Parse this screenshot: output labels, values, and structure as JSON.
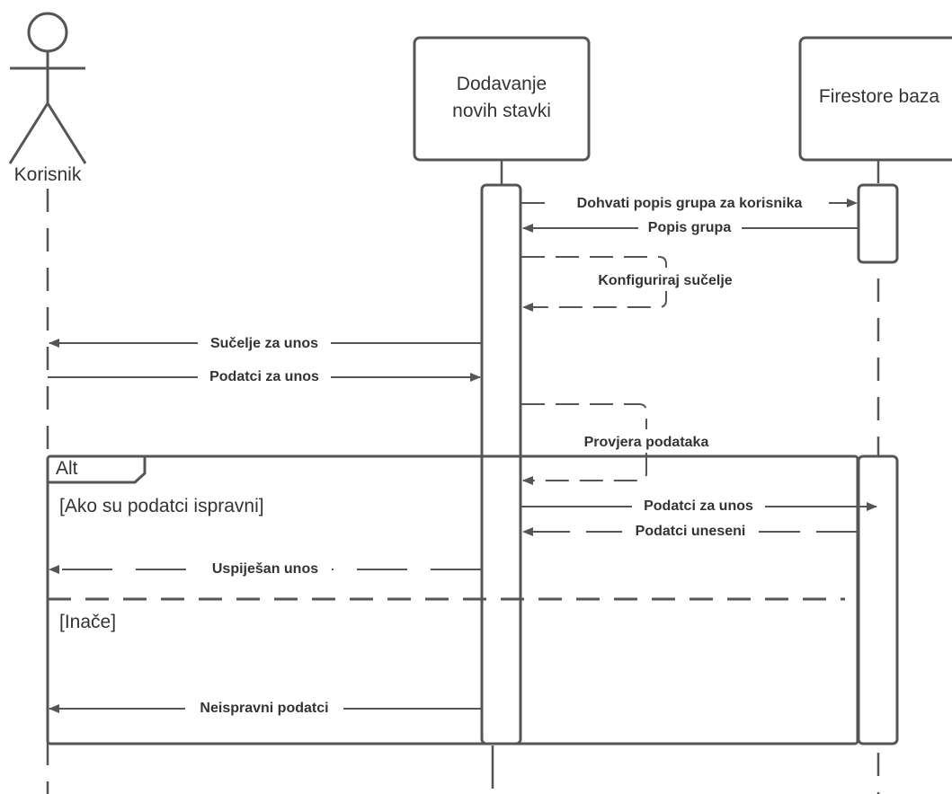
{
  "diagram": {
    "type": "sequence",
    "actor": {
      "label": "Korisnik"
    },
    "participants": [
      {
        "line1": "Dodavanje",
        "line2": "novih stavki"
      },
      {
        "line1": "Firestore baza"
      }
    ],
    "messages": [
      {
        "label": "Dohvati popis grupa za korisnika"
      },
      {
        "label": "Popis grupa"
      },
      {
        "label": "Konfiguriraj sučelje"
      },
      {
        "label": "Sučelje za unos"
      },
      {
        "label": "Podatci za unos"
      },
      {
        "label": "Provjera podataka"
      },
      {
        "label": "Podatci za unos"
      },
      {
        "label": "Podatci uneseni"
      },
      {
        "label": "Uspiješan unos"
      },
      {
        "label": "Neispravni podatci"
      }
    ],
    "fragment": {
      "operator": "Alt",
      "guard_if": "[Ako su podatci ispravni]",
      "guard_else": "[Inače]"
    },
    "colors": {
      "stroke": "#555555",
      "text": "#333333",
      "background": "#ffffff"
    }
  }
}
